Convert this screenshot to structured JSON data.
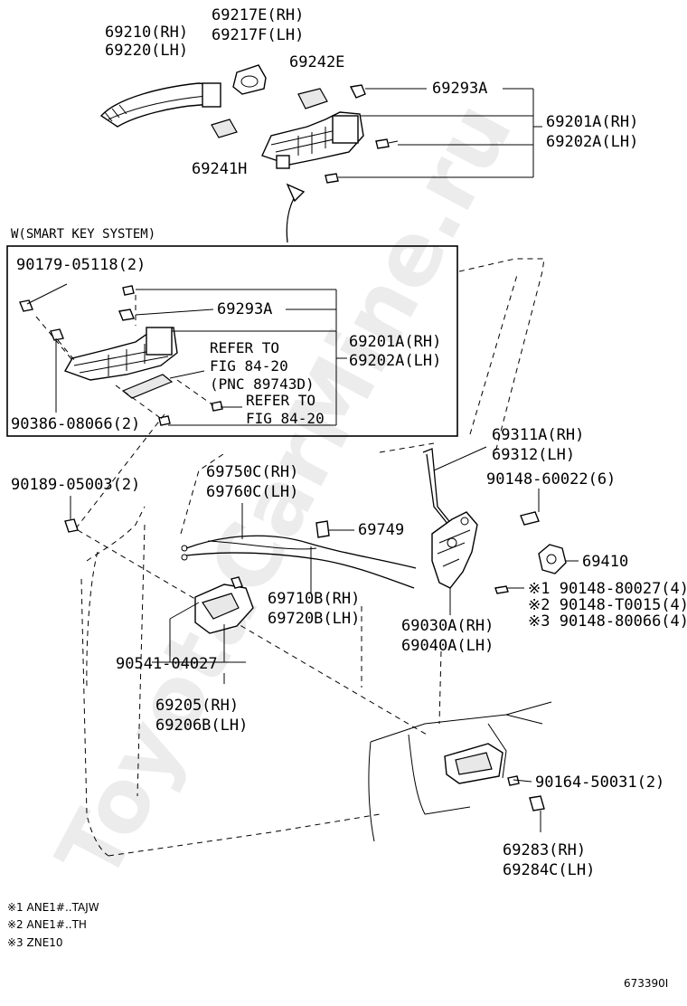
{
  "labels": {
    "p69210": "69210(RH)",
    "p69220": "69220(LH)",
    "p69217E": "69217E(RH)",
    "p69217F": "69217F(LH)",
    "p69242E": "69242E",
    "p69293A_top": "69293A",
    "p69201A_top": "69201A(RH)",
    "p69202A_top": "69202A(LH)",
    "p69241H": "69241H",
    "smart_key": "W(SMART KEY SYSTEM)",
    "p90179": "90179-05118(2)",
    "p69293A_box": "69293A",
    "p69201A_box": "69201A(RH)",
    "p69202A_box": "69202A(LH)",
    "refer1_a": "REFER TO",
    "refer1_b": "FIG 84-20",
    "refer1_c": "(PNC 89743D)",
    "refer2_a": "REFER TO",
    "refer2_b": "FIG 84-20",
    "p90386": "90386-08066(2)",
    "p69311A": "69311A(RH)",
    "p69312": "69312(LH)",
    "p90148_60022": "90148-60022(6)",
    "p90189": "90189-05003(2)",
    "p69750C": "69750C(RH)",
    "p69760C": "69760C(LH)",
    "p69749": "69749",
    "p69410": "69410",
    "p90148_80027": "※1 90148-80027(4)",
    "p90148_T0015": "※2 90148-T0015(4)",
    "p90148_80066": "※3 90148-80066(4)",
    "p69710B": "69710B(RH)",
    "p69720B": "69720B(LH)",
    "p69030A": "69030A(RH)",
    "p69040A": "69040A(LH)",
    "p90541": "90541-04027",
    "p69205": "69205(RH)",
    "p69206B": "69206B(LH)",
    "p90164": "90164-50031(2)",
    "p69283": "69283(RH)",
    "p69284C": "69284C(LH)"
  },
  "footnotes": {
    "n1": "※1  ANE1#..TAJW",
    "n2": "※2  ANE1#..TH",
    "n3": "※3  ZNE10"
  },
  "diagram_code": "673390I",
  "watermark": "ToyotaCarMine.ru"
}
